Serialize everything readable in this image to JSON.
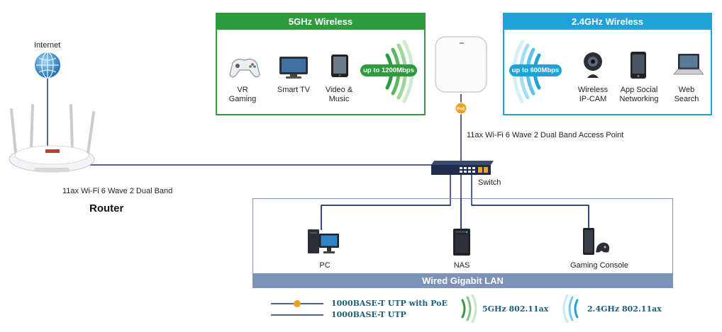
{
  "internet": {
    "label": "Internet"
  },
  "router": {
    "caption": "11ax Wi-Fi 6 Wave 2 Dual Band",
    "title": "Router"
  },
  "access_point": {
    "label": "11ax Wi-Fi 6 Wave 2 Dual Band Access Point",
    "poe_badge": "PoE"
  },
  "switch": {
    "label": "Switch"
  },
  "panel_5ghz": {
    "title": "5GHz Wireless",
    "speed": "up to 1200Mbps",
    "color": "#2e9c3c",
    "devices": [
      {
        "label": "VR\nGaming",
        "icon": "gamepad-icon"
      },
      {
        "label": "Smart TV",
        "icon": "tv-icon"
      },
      {
        "label": "Video &\nMusic",
        "icon": "tablet-icon"
      }
    ]
  },
  "panel_24ghz": {
    "title": "2.4GHz Wireless",
    "speed": "up to 600Mbps",
    "color": "#1ea3d8",
    "devices": [
      {
        "label": "Wireless\nIP-CAM",
        "icon": "webcam-icon"
      },
      {
        "label": "App Social\nNetworking",
        "icon": "smartphone-icon"
      },
      {
        "label": "Web\nSearch",
        "icon": "laptop-icon"
      }
    ]
  },
  "wired_lan": {
    "title": "Wired Gigabit LAN",
    "color": "#7b93b8",
    "devices": [
      {
        "label": "PC",
        "icon": "pc-icon"
      },
      {
        "label": "NAS",
        "icon": "nas-icon"
      },
      {
        "label": "Gaming Console",
        "icon": "console-icon"
      }
    ]
  },
  "legend": {
    "poe_line": "1000BASE-T UTP with PoE",
    "utp_line": "1000BASE-T UTP",
    "ghz5": "5GHz 802.11ax",
    "ghz24": "2.4GHz 802.11ax",
    "line_color": "#1a2f6e",
    "poe_color": "#f0a020"
  }
}
